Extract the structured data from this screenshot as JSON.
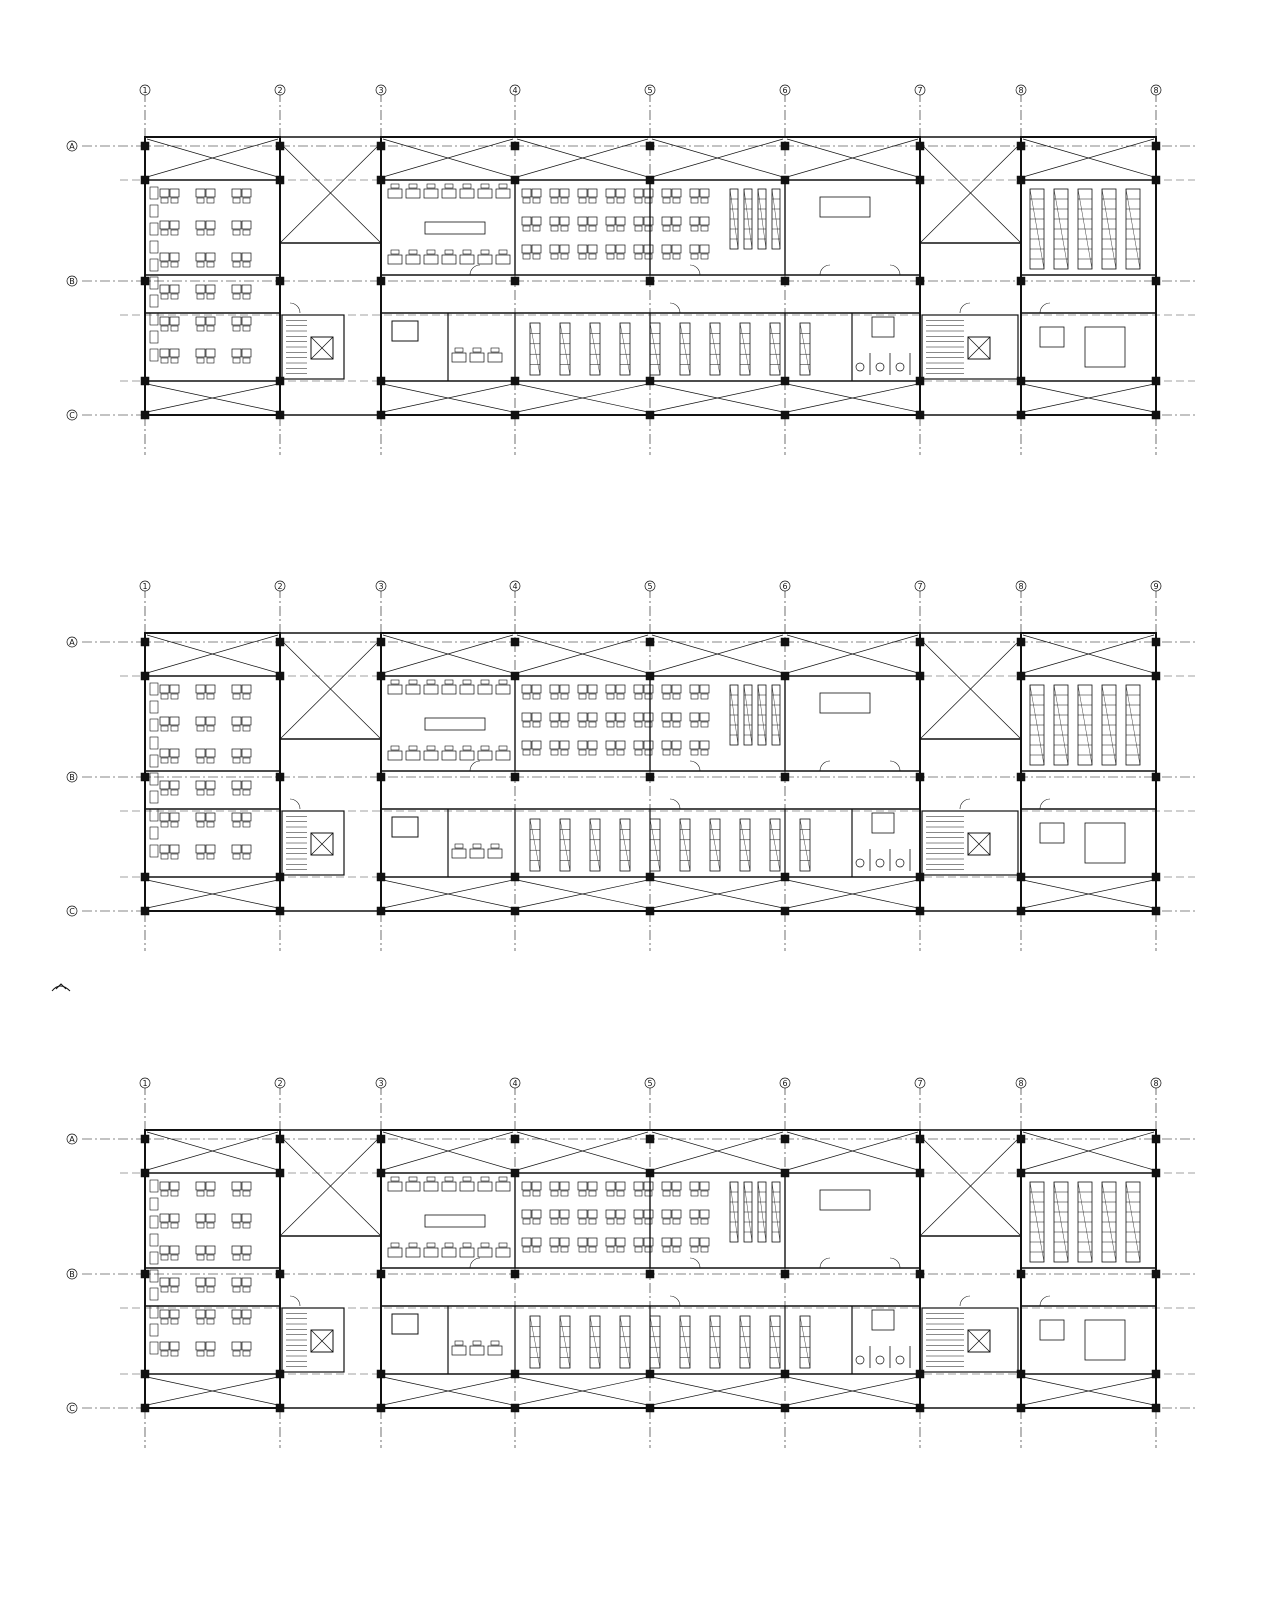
{
  "colors": {
    "ink": "#111111",
    "background": "#ffffff"
  },
  "grid": {
    "columns": [
      "1",
      "2",
      "3",
      "4",
      "5",
      "6",
      "7",
      "8",
      "9"
    ],
    "rows": [
      "A",
      "B",
      "C"
    ]
  },
  "plans": [
    {
      "column_labels": [
        "1",
        "2",
        "3",
        "4",
        "5",
        "6",
        "7",
        "8",
        "8"
      ],
      "row_labels": [
        "A",
        "B",
        "C"
      ]
    },
    {
      "column_labels": [
        "1",
        "2",
        "3",
        "4",
        "5",
        "6",
        "7",
        "8",
        "9"
      ],
      "row_labels": [
        "A",
        "B",
        "C"
      ]
    },
    {
      "column_labels": [
        "1",
        "2",
        "3",
        "4",
        "5",
        "6",
        "7",
        "8",
        "8"
      ],
      "row_labels": [
        "A",
        "B",
        "C"
      ]
    }
  ],
  "icons": {
    "north_arrow": "north-arrow-icon",
    "stair": "stair-icon",
    "elevator": "elevator-icon",
    "desk": "desk-icon",
    "chair": "chair-icon",
    "shelving": "shelving-icon",
    "toilet": "toilet-icon",
    "void": "void-cross-icon"
  }
}
